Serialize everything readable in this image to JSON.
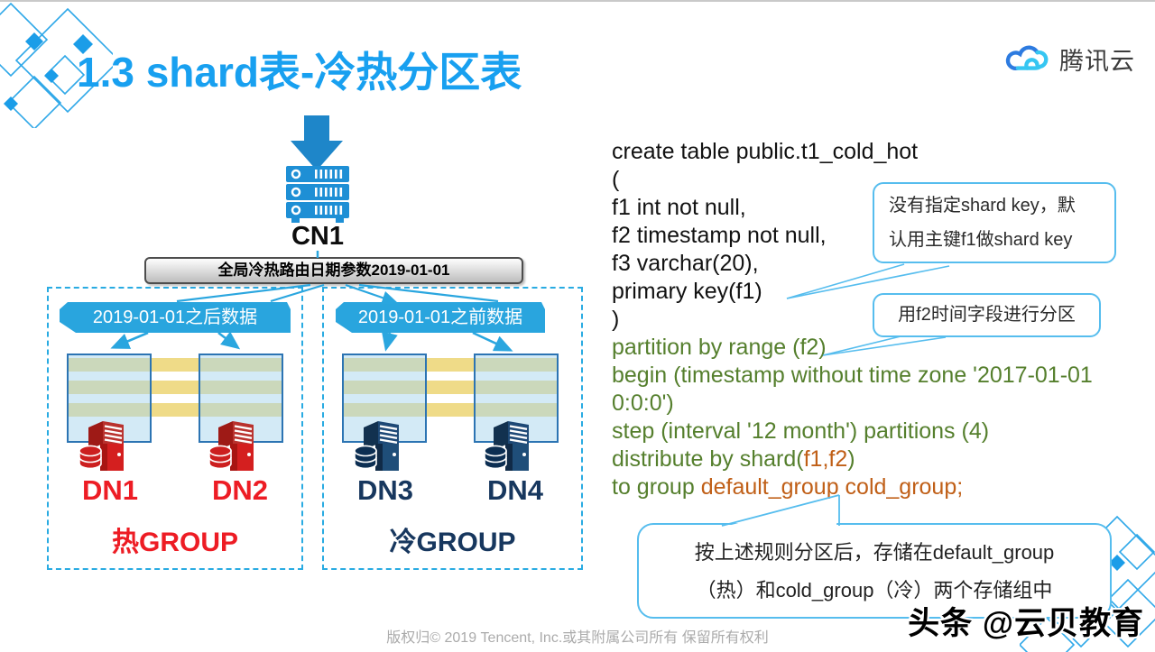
{
  "header": {
    "title": "1.3 shard表-冷热分区表",
    "logo_text": "腾讯云"
  },
  "diagram": {
    "cn_label": "CN1",
    "router_label": "全局冷热路由日期参数2019-01-01",
    "hot": {
      "banner": "2019-01-01之后数据",
      "nodes": [
        "DN1",
        "DN2"
      ],
      "group_label": "热GROUP"
    },
    "cold": {
      "banner": "2019-01-01之前数据",
      "nodes": [
        "DN3",
        "DN4"
      ],
      "group_label": "冷GROUP"
    }
  },
  "code": {
    "l1": "create table public.t1_cold_hot",
    "l2": "(",
    "l3": "f1 int not null,",
    "l4": "f2 timestamp not null,",
    "l5": "f3 varchar(20),",
    "l6": "primary key(f1)",
    "l7": ")",
    "l8": "partition by range (f2)",
    "l9": "begin (timestamp without time zone '2017-01-01",
    "l10": "0:0:0')",
    "l11": "step (interval '12 month') partitions (4)",
    "l12a": "distribute by shard(",
    "l12b": "f1,f2",
    "l12c": ")",
    "l13a": "to group ",
    "l13b": "default_group cold_group;"
  },
  "callouts": {
    "shard_key": {
      "line1": "没有指定shard key，默",
      "line2": "认用主键f1做shard key"
    },
    "partition": {
      "text": "用f2时间字段进行分区"
    },
    "storage": {
      "line1": "按上述规则分区后，存储在default_group",
      "line2": "（热）和cold_group（冷）两个存储组中"
    }
  },
  "footer": {
    "copyright": "版权归© 2019 Tencent, Inc.或其附属公司所有 保留所有权利"
  },
  "watermark": {
    "text": "头条 @云贝教育"
  },
  "colors": {
    "title_blue": "#18A0F0",
    "banner_blue": "#29A5DE",
    "dashed_blue": "#29ABE2",
    "table_border_blue": "#2C74B3",
    "stripe_yellow": "#EFDB88",
    "hot_red": "#ED1C24",
    "cold_navy": "#17375E",
    "code_green": "#557F2D",
    "code_orange": "#C05F17",
    "callout_border": "#56BDEE"
  }
}
